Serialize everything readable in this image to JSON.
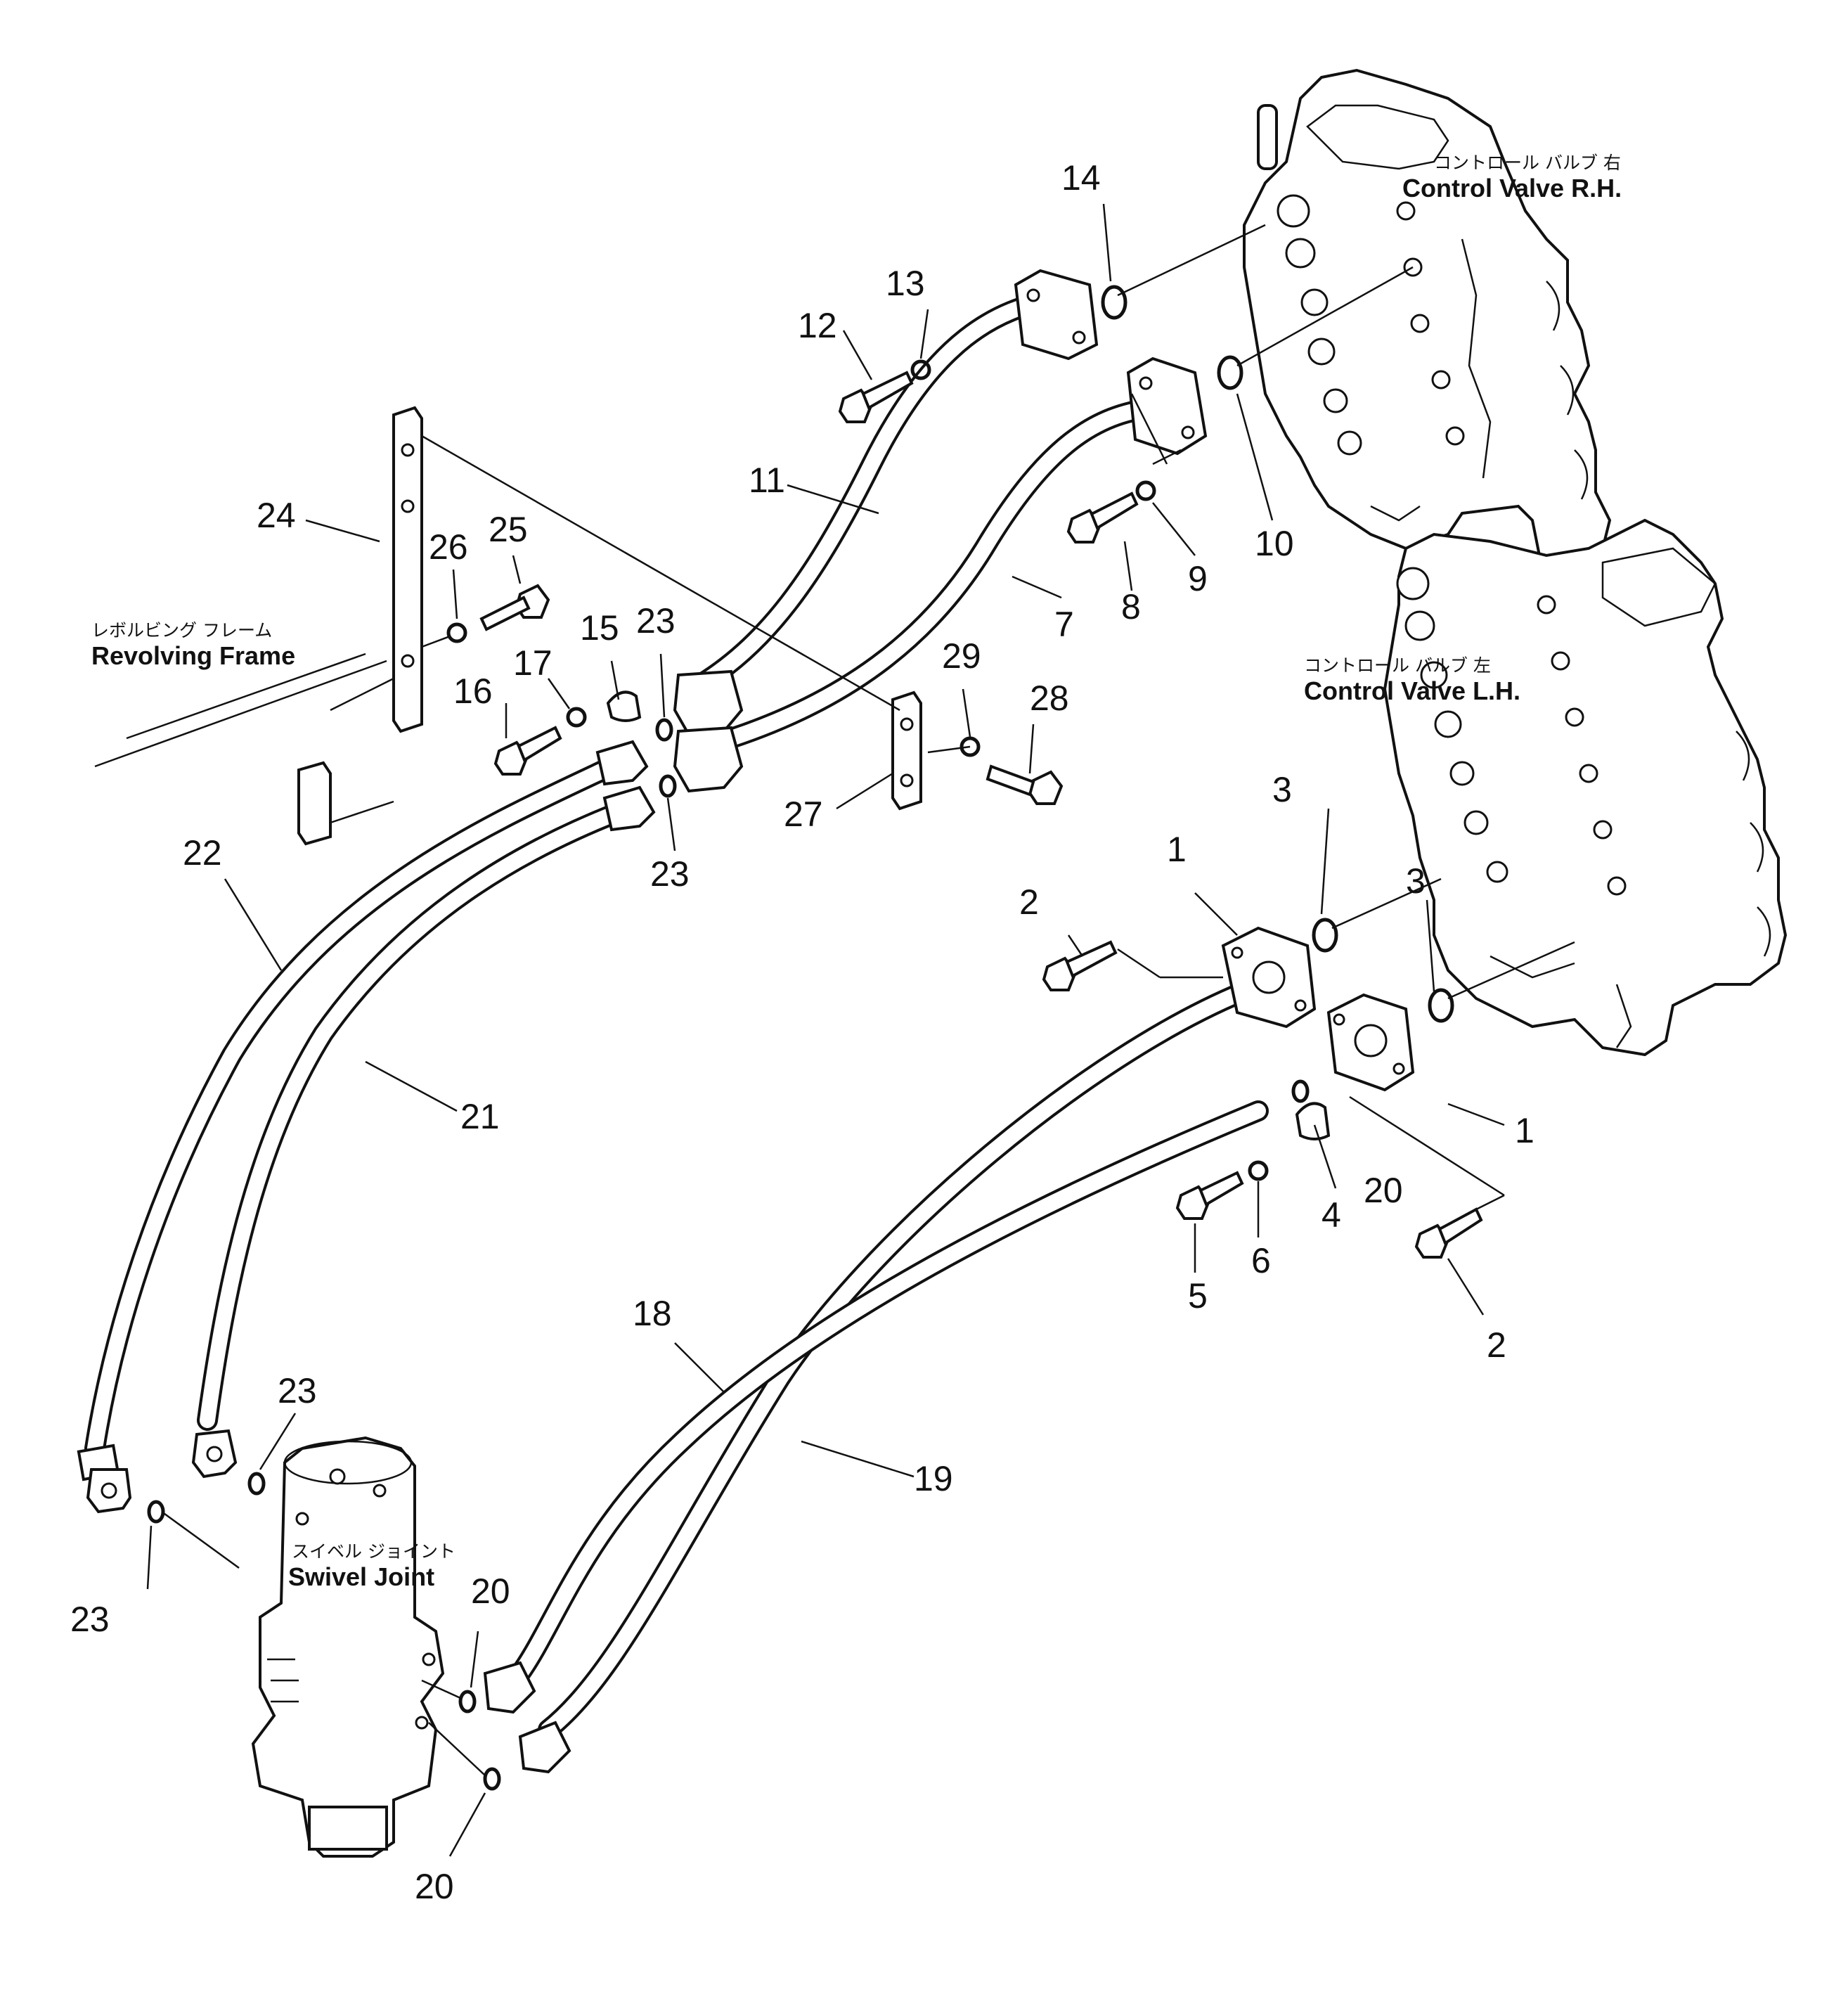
{
  "captions": {
    "control_valve_rh_jp": "コントロール バルブ 右",
    "control_valve_rh_en": "Control Valve R.H.",
    "control_valve_lh_jp": "コントロール バルブ 左",
    "control_valve_lh_en": "Control Valve L.H.",
    "revolving_frame_jp": "レボルビング フレーム",
    "revolving_frame_en": "Revolving Frame",
    "swivel_joint_jp": "スイベル ジョイント",
    "swivel_joint_en": "Swivel Joint"
  },
  "callouts": {
    "c1a": "1",
    "c1b": "1",
    "c2a": "2",
    "c2b": "2",
    "c3a": "3",
    "c3b": "3",
    "c4": "4",
    "c5": "5",
    "c6": "6",
    "c7": "7",
    "c8": "8",
    "c9": "9",
    "c10": "10",
    "c11": "11",
    "c12": "12",
    "c13": "13",
    "c14": "14",
    "c15": "15",
    "c16": "16",
    "c17": "17",
    "c18": "18",
    "c19": "19",
    "c20a": "20",
    "c20b": "20",
    "c20c": "20",
    "c21": "21",
    "c22": "22",
    "c23a": "23",
    "c23b": "23",
    "c23c": "23",
    "c23d": "23",
    "c24": "24",
    "c25": "25",
    "c26": "26",
    "c27": "27",
    "c28": "28",
    "c29": "29"
  }
}
